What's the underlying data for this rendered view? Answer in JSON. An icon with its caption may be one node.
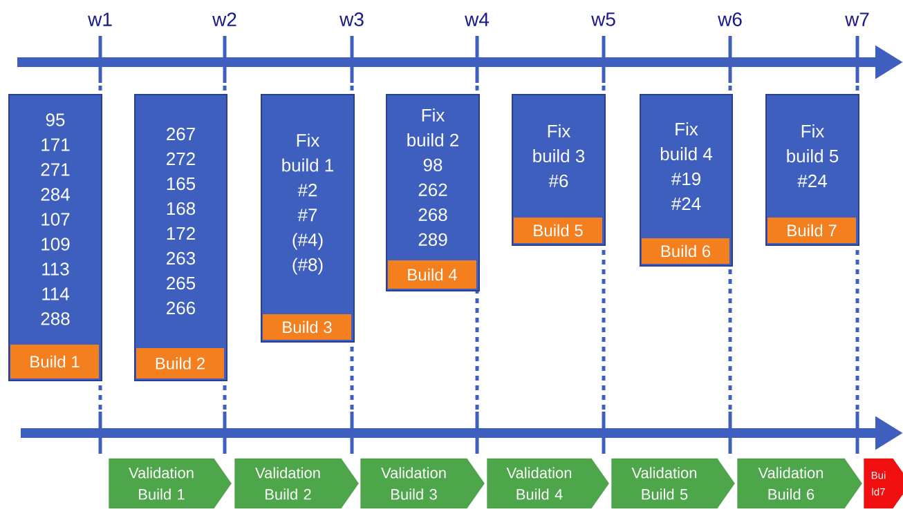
{
  "diagram": {
    "nodes": [
      {
        "text": [
          "95",
          "171",
          "271",
          "284",
          "107",
          "109",
          "113",
          "114",
          "288"
        ]
      },
      {
        "text": [
          "Build 1"
        ],
        "in": 0
      },
      {
        "text": [
          "267",
          "272",
          "165",
          "168",
          "172",
          "263",
          "265",
          "266"
        ]
      },
      {
        "text": [
          "Build 2"
        ],
        "in": 2
      },
      {
        "text": [
          "Fix",
          "build 1",
          "#2",
          "#7",
          "(#4)",
          "(#8)"
        ]
      },
      {
        "text": [
          "Build 3"
        ],
        "in": 4
      },
      {
        "text": [
          "Fix",
          "build 2",
          "98",
          "262",
          "268",
          "289"
        ]
      },
      {
        "text": [
          "Build 4"
        ],
        "in": 6
      },
      {
        "text": [
          "Fix",
          "build 3",
          "#6"
        ]
      },
      {
        "text": [
          "Build 5"
        ],
        "in": 8
      },
      {
        "text": [
          "Fix",
          "build 4",
          "#19",
          "#24"
        ]
      },
      {
        "text": [
          "Build 6"
        ],
        "in": 10
      },
      {
        "text": [
          "Fix",
          "build 5",
          "#24"
        ]
      },
      {
        "text": [
          "Build 7"
        ],
        "in": 12
      },
      {
        "text": [
          "Validation Build 1"
        ]
      },
      {
        "text": [
          "Validation Build 2"
        ]
      },
      {
        "text": [
          "Validation Build 3"
        ]
      },
      {
        "text": [
          "Validation Build 4"
        ]
      },
      {
        "text": [
          "Validation Build 5"
        ]
      },
      {
        "text": [
          "Validation Build 6"
        ]
      },
      {
        "text": [
          "Bui ld7"
        ]
      }
    ],
    "labels": [
      "w1",
      "w2",
      "w3",
      "w4",
      "w5",
      "w6",
      "w7"
    ]
  }
}
